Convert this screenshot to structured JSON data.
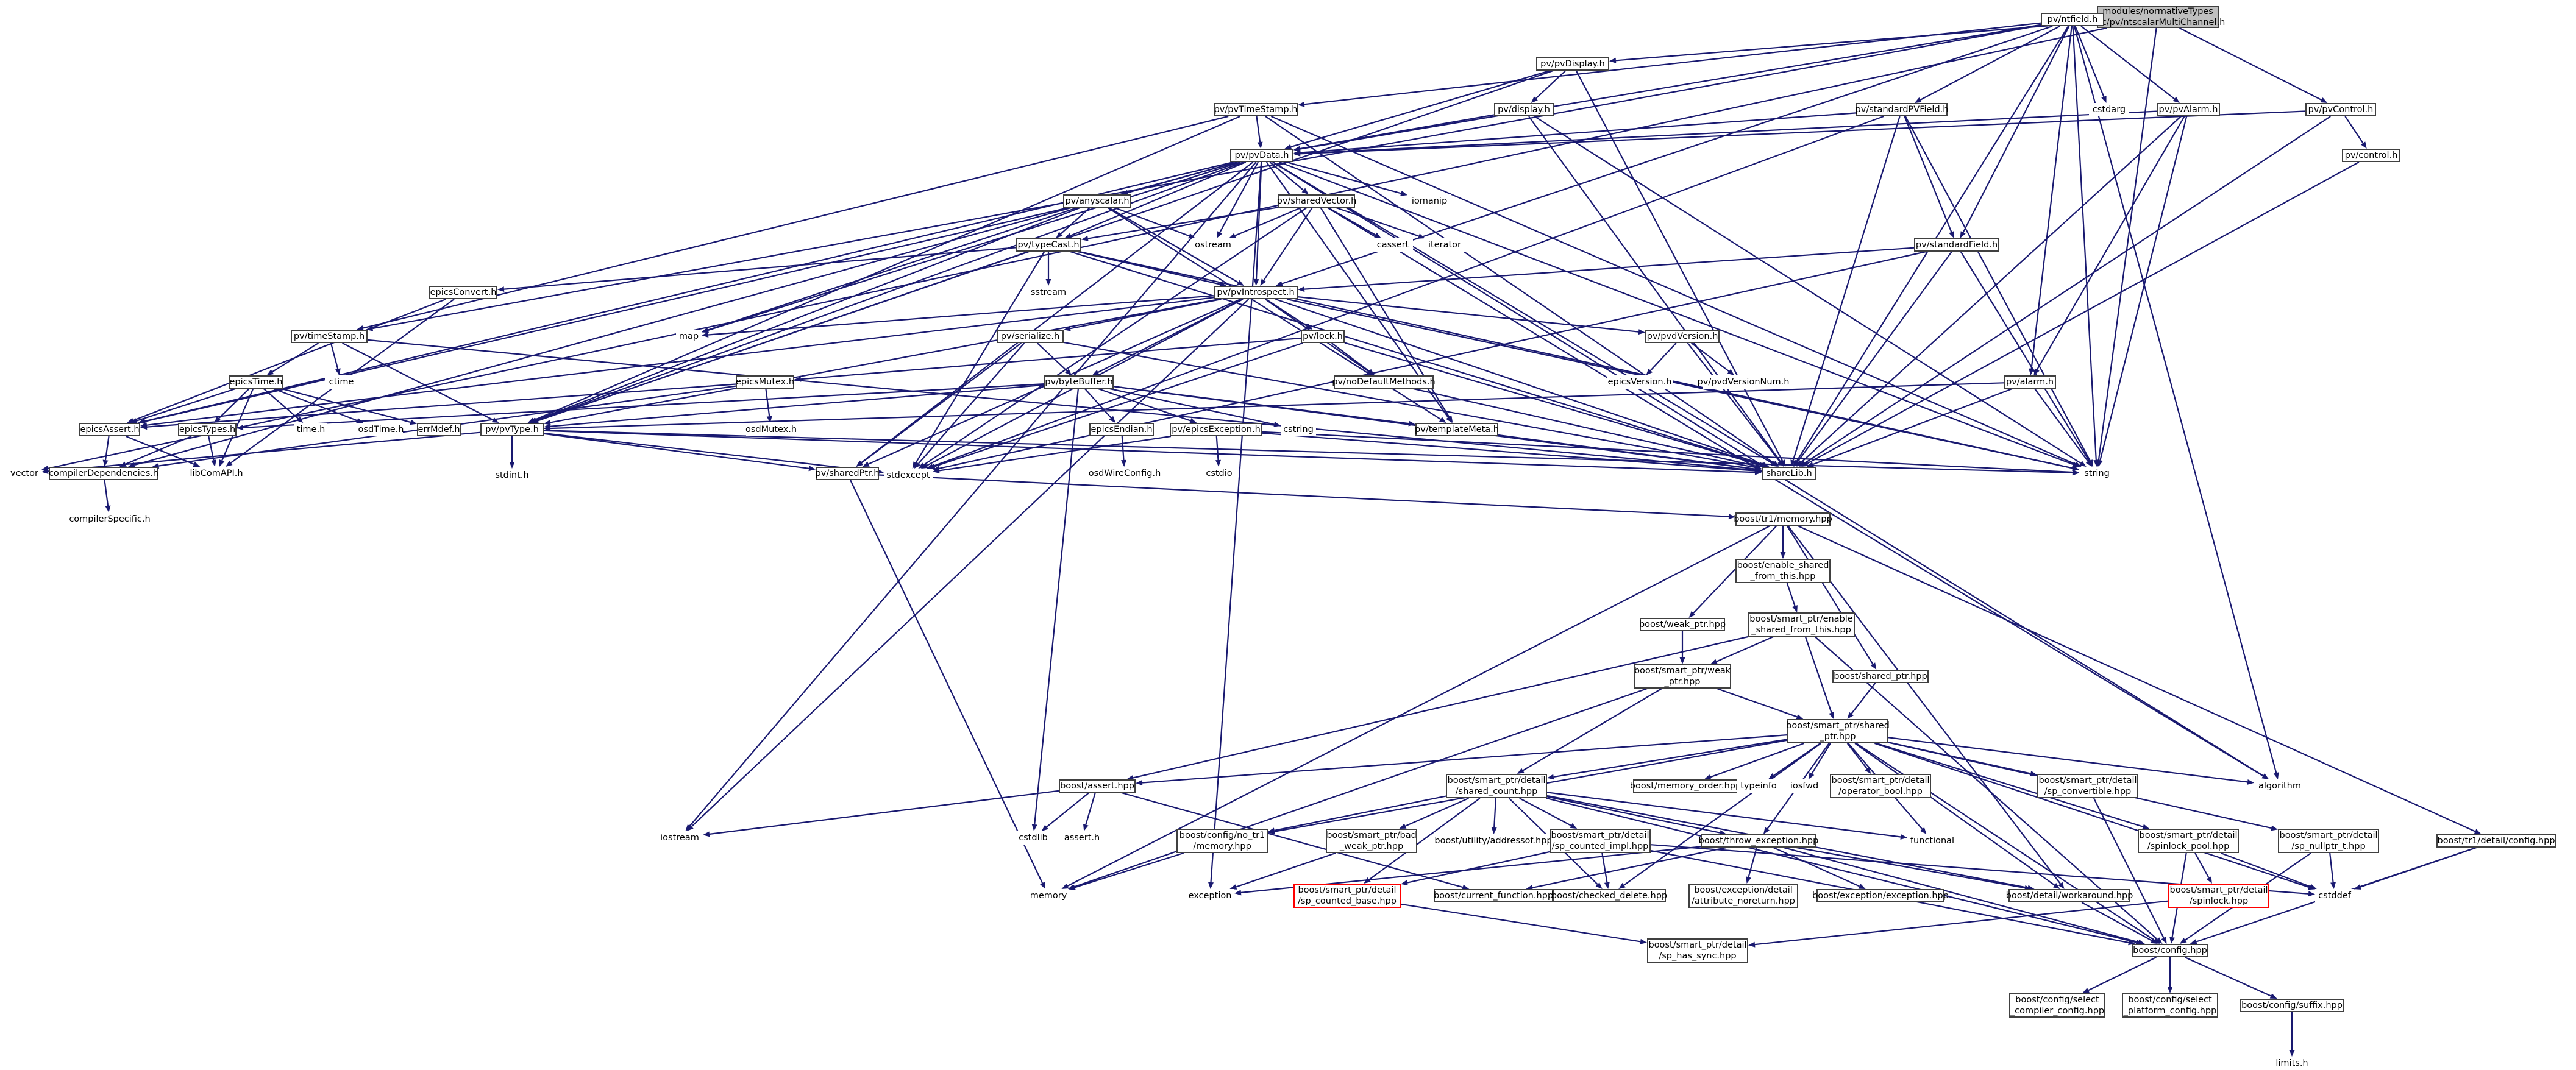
{
  "graph": {
    "root": "modules/normativeTypes\n/src/pv/ntscalarMultiChannel.h",
    "nodes": [
      {
        "id": "ntscalarMultiChannel",
        "label": "modules/normativeTypes\n/src/pv/ntscalarMultiChannel.h",
        "style": "root"
      },
      {
        "id": "ntfield",
        "label": "pv/ntfield.h",
        "style": "boxed"
      },
      {
        "id": "pvDisplay",
        "label": "pv/pvDisplay.h",
        "style": "boxed"
      },
      {
        "id": "pvControl",
        "label": "pv/pvControl.h",
        "style": "boxed"
      },
      {
        "id": "pvTimeStamp",
        "label": "pv/pvTimeStamp.h",
        "style": "boxed"
      },
      {
        "id": "display",
        "label": "pv/display.h",
        "style": "boxed"
      },
      {
        "id": "standardPVField",
        "label": "pv/standardPVField.h",
        "style": "boxed"
      },
      {
        "id": "pvAlarm",
        "label": "pv/pvAlarm.h",
        "style": "boxed"
      },
      {
        "id": "cstdarg",
        "label": "cstdarg",
        "style": "plain"
      },
      {
        "id": "control",
        "label": "pv/control.h",
        "style": "boxed"
      },
      {
        "id": "pvData",
        "label": "pv/pvData.h",
        "style": "boxed"
      },
      {
        "id": "iomanip",
        "label": "iomanip",
        "style": "plain"
      },
      {
        "id": "pvAnyScalar",
        "label": "pv/anyscalar.h",
        "style": "boxed"
      },
      {
        "id": "sharedVector",
        "label": "pv/sharedVector.h",
        "style": "boxed"
      },
      {
        "id": "ostream",
        "label": "ostream",
        "style": "plain"
      },
      {
        "id": "cassert",
        "label": "cassert",
        "style": "plain"
      },
      {
        "id": "iterator",
        "label": "iterator",
        "style": "plain"
      },
      {
        "id": "typeCast",
        "label": "pv/typeCast.h",
        "style": "boxed"
      },
      {
        "id": "standardField",
        "label": "pv/standardField.h",
        "style": "boxed"
      },
      {
        "id": "epicsConvert",
        "label": "epicsConvert.h",
        "style": "boxed"
      },
      {
        "id": "sstream",
        "label": "sstream",
        "style": "plain"
      },
      {
        "id": "pvIntrospect",
        "label": "pv/pvIntrospect.h",
        "style": "boxed"
      },
      {
        "id": "map",
        "label": "map",
        "style": "plain"
      },
      {
        "id": "timeStamp",
        "label": "pv/timeStamp.h",
        "style": "boxed"
      },
      {
        "id": "ctime",
        "label": "ctime",
        "style": "plain"
      },
      {
        "id": "serialize",
        "label": "pv/serialize.h",
        "style": "boxed"
      },
      {
        "id": "lock",
        "label": "pv/lock.h",
        "style": "boxed"
      },
      {
        "id": "pvdVersion",
        "label": "pv/pvdVersion.h",
        "style": "boxed"
      },
      {
        "id": "epicsVersion",
        "label": "epicsVersion.h",
        "style": "plain"
      },
      {
        "id": "pvdVersionNum",
        "label": "pv/pvdVersionNum.h",
        "style": "plain"
      },
      {
        "id": "epicsTime",
        "label": "epicsTime.h",
        "style": "boxed"
      },
      {
        "id": "epicsMutex",
        "label": "epicsMutex.h",
        "style": "boxed"
      },
      {
        "id": "byteBuffer",
        "label": "pv/byteBuffer.h",
        "style": "boxed"
      },
      {
        "id": "noDefaultMethods",
        "label": "pv/noDefaultMethods.h",
        "style": "boxed"
      },
      {
        "id": "alarm",
        "label": "pv/alarm.h",
        "style": "boxed"
      },
      {
        "id": "epicsAssert",
        "label": "epicsAssert.h",
        "style": "boxed"
      },
      {
        "id": "epicsTypes",
        "label": "epicsTypes.h",
        "style": "boxed"
      },
      {
        "id": "timeh",
        "label": "time.h",
        "style": "plain"
      },
      {
        "id": "osdTime",
        "label": "osdTime.h",
        "style": "plain"
      },
      {
        "id": "errMdef",
        "label": "errMdef.h",
        "style": "boxed"
      },
      {
        "id": "pvType",
        "label": "pv/pvType.h",
        "style": "boxed"
      },
      {
        "id": "osdMutex",
        "label": "osdMutex.h",
        "style": "plain"
      },
      {
        "id": "epicsEndian",
        "label": "epicsEndian.h",
        "style": "boxed"
      },
      {
        "id": "epicsException",
        "label": "pv/epicsException.h",
        "style": "boxed"
      },
      {
        "id": "cstring",
        "label": "cstring",
        "style": "plain"
      },
      {
        "id": "templateMeta",
        "label": "pv/templateMeta.h",
        "style": "boxed"
      },
      {
        "id": "vector",
        "label": "vector",
        "style": "plain"
      },
      {
        "id": "compilerDependencies",
        "label": "compilerDependencies.h",
        "style": "boxed"
      },
      {
        "id": "libComAPI",
        "label": "libComAPI.h",
        "style": "plain"
      },
      {
        "id": "stdint",
        "label": "stdint.h",
        "style": "plain"
      },
      {
        "id": "stdexcept",
        "label": "stdexcept",
        "style": "plain"
      },
      {
        "id": "osdWireConfig",
        "label": "osdWireConfig.h",
        "style": "plain"
      },
      {
        "id": "cstdio",
        "label": "cstdio",
        "style": "plain"
      },
      {
        "id": "shareLib",
        "label": "shareLib.h",
        "style": "boxed"
      },
      {
        "id": "string",
        "label": "string",
        "style": "plain"
      },
      {
        "id": "compilerSpecific",
        "label": "compilerSpecific.h",
        "style": "plain"
      },
      {
        "id": "sharedPtr",
        "label": "pv/sharedPtr.h",
        "style": "boxed"
      },
      {
        "id": "tr1memory",
        "label": "boost/tr1/memory.hpp",
        "style": "boxed"
      },
      {
        "id": "enableSharedFromThis",
        "label": "boost/enable_shared\n_from_this.hpp",
        "style": "boxed"
      },
      {
        "id": "weakPtr",
        "label": "boost/weak_ptr.hpp",
        "style": "boxed"
      },
      {
        "id": "spEnableShared",
        "label": "boost/smart_ptr/enable\n_shared_from_this.hpp",
        "style": "boxed"
      },
      {
        "id": "spWeakPtr",
        "label": "boost/smart_ptr/weak\n_ptr.hpp",
        "style": "boxed"
      },
      {
        "id": "sharedPtrHpp",
        "label": "boost/shared_ptr.hpp",
        "style": "boxed"
      },
      {
        "id": "spSharedPtr",
        "label": "boost/smart_ptr/shared\n_ptr.hpp",
        "style": "boxed"
      },
      {
        "id": "boostAssert",
        "label": "boost/assert.hpp",
        "style": "boxed"
      },
      {
        "id": "spSharedCount",
        "label": "boost/smart_ptr/detail\n/shared_count.hpp",
        "style": "boxed"
      },
      {
        "id": "memoryOrder",
        "label": "boost/memory_order.hpp",
        "style": "boxed"
      },
      {
        "id": "typeinfo",
        "label": "typeinfo",
        "style": "plain"
      },
      {
        "id": "iosfwd",
        "label": "iosfwd",
        "style": "plain"
      },
      {
        "id": "operatorBool",
        "label": "boost/smart_ptr/detail\n/operator_bool.hpp",
        "style": "boxed"
      },
      {
        "id": "spConvertible",
        "label": "boost/smart_ptr/detail\n/sp_convertible.hpp",
        "style": "boxed"
      },
      {
        "id": "algorithm",
        "label": "algorithm",
        "style": "plain"
      },
      {
        "id": "iostream",
        "label": "iostream",
        "style": "plain"
      },
      {
        "id": "cstdlib",
        "label": "cstdlib",
        "style": "plain"
      },
      {
        "id": "assertH",
        "label": "assert.h",
        "style": "plain"
      },
      {
        "id": "noTr1Memory",
        "label": "boost/config/no_tr1\n/memory.hpp",
        "style": "boxed"
      },
      {
        "id": "badWeakPtr",
        "label": "boost/smart_ptr/bad\n_weak_ptr.hpp",
        "style": "boxed"
      },
      {
        "id": "addressof",
        "label": "boost/utility/addressof.hpp",
        "style": "plain"
      },
      {
        "id": "spCountedImpl",
        "label": "boost/smart_ptr/detail\n/sp_counted_impl.hpp",
        "style": "boxed"
      },
      {
        "id": "throwException",
        "label": "boost/throw_exception.hpp",
        "style": "boxed"
      },
      {
        "id": "functional",
        "label": "functional",
        "style": "plain"
      },
      {
        "id": "spinlockPool",
        "label": "boost/smart_ptr/detail\n/spinlock_pool.hpp",
        "style": "boxed"
      },
      {
        "id": "spNullptrT",
        "label": "boost/smart_ptr/detail\n/sp_nullptr_t.hpp",
        "style": "boxed"
      },
      {
        "id": "tr1DetailConfig",
        "label": "boost/tr1/detail/config.hpp",
        "style": "boxed"
      },
      {
        "id": "memory",
        "label": "memory",
        "style": "plain"
      },
      {
        "id": "exception",
        "label": "exception",
        "style": "plain"
      },
      {
        "id": "spCountedBase",
        "label": "boost/smart_ptr/detail\n/sp_counted_base.hpp",
        "style": "red"
      },
      {
        "id": "currentFunction",
        "label": "boost/current_function.hpp",
        "style": "boxed"
      },
      {
        "id": "checkedDelete",
        "label": "boost/checked_delete.hpp",
        "style": "boxed"
      },
      {
        "id": "attributeNoreturn",
        "label": "boost/exception/detail\n/attribute_noreturn.hpp",
        "style": "boxed"
      },
      {
        "id": "exceptionHpp",
        "label": "boost/exception/exception.hpp",
        "style": "boxed"
      },
      {
        "id": "workaround",
        "label": "boost/detail/workaround.hpp",
        "style": "boxed"
      },
      {
        "id": "spinlock",
        "label": "boost/smart_ptr/detail\n/spinlock.hpp",
        "style": "red"
      },
      {
        "id": "cstddef",
        "label": "cstddef",
        "style": "plain"
      },
      {
        "id": "spHasSync",
        "label": "boost/smart_ptr/detail\n/sp_has_sync.hpp",
        "style": "boxed"
      },
      {
        "id": "boostConfig",
        "label": "boost/config.hpp",
        "style": "boxed"
      },
      {
        "id": "selectCompiler",
        "label": "boost/config/select\n_compiler_config.hpp",
        "style": "boxed"
      },
      {
        "id": "selectPlatform",
        "label": "boost/config/select\n_platform_config.hpp",
        "style": "boxed"
      },
      {
        "id": "suffix",
        "label": "boost/config/suffix.hpp",
        "style": "boxed"
      },
      {
        "id": "limits",
        "label": "limits.h",
        "style": "plain"
      }
    ]
  }
}
